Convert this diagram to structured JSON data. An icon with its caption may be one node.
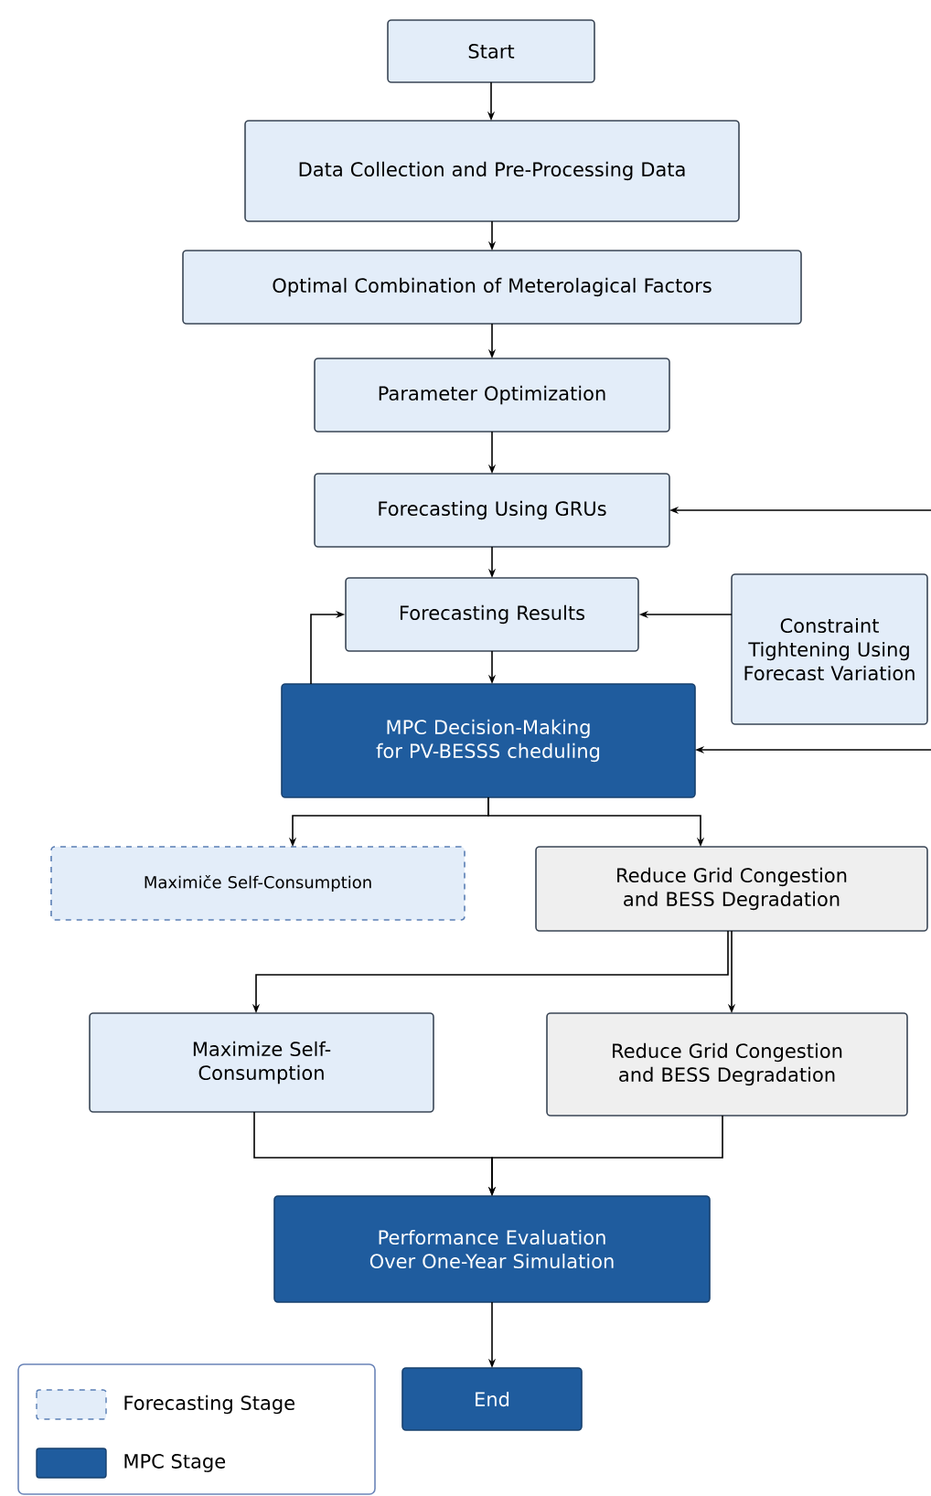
{
  "diagram": {
    "nodes": [
      {
        "text": [
          "Start"
        ]
      },
      {
        "text": [
          "Data Collection and Pre-Processing Data"
        ]
      },
      {
        "text": [
          "Optimal Combination of Meterolagical Factors"
        ]
      },
      {
        "text": [
          "Parameter Optimization"
        ]
      },
      {
        "text": [
          "Forecasting Using GRUs"
        ]
      },
      {
        "text": [
          "Forecasting Results"
        ]
      },
      {
        "text": [
          "Constraint Tightening Using Forecast Variation"
        ]
      },
      {
        "text": [
          "MPC Decision-Making for PV-BESSS cheduling"
        ]
      },
      {
        "text": [
          "Maximiče Self-Consumption"
        ]
      },
      {
        "text": [
          "Reduce Grid Congestion and BESS Degradation"
        ]
      },
      {
        "text": [
          "Maximize Self-Consumption"
        ]
      },
      {
        "text": [
          "Reduce Grid Congestion and BESS Degradation"
        ]
      },
      {
        "text": [
          "Performance Evaluation Over One-Year Simulation"
        ]
      },
      {
        "text": [
          "End"
        ]
      }
    ],
    "edges": [
      {
        "from": 0,
        "to": 1,
        "arrow": "to"
      },
      {
        "from": 1,
        "to": 2,
        "arrow": "to"
      },
      {
        "from": 2,
        "to": 3,
        "arrow": "to"
      },
      {
        "from": 3,
        "to": 4,
        "arrow": "to"
      },
      {
        "from": null,
        "to": 4,
        "arrow": "to"
      },
      {
        "from": 4,
        "to": 5,
        "arrow": "to"
      },
      {
        "from": 6,
        "to": 5,
        "arrow": "to"
      },
      {
        "from": 7,
        "to": 5,
        "arrow": "to"
      },
      {
        "from": 5,
        "to": 7,
        "arrow": "to"
      },
      {
        "from": null,
        "to": 7,
        "arrow": "to"
      },
      {
        "from": 7,
        "to": 8,
        "arrow": "to"
      },
      {
        "from": 7,
        "to": 9,
        "arrow": "to"
      },
      {
        "from": 9,
        "to": 10,
        "arrow": "to"
      },
      {
        "from": 9,
        "to": 11,
        "arrow": "to"
      },
      {
        "from": 10,
        "to": 12,
        "arrow": "to"
      },
      {
        "from": 11,
        "to": 12,
        "arrow": "to"
      },
      {
        "from": 12,
        "to": 13,
        "arrow": "to"
      }
    ],
    "legend": [
      {
        "text": "Forecasting Stage",
        "color": "#e3edf9"
      },
      {
        "text": "MPC Stage",
        "color": "#1f5c9e"
      }
    ]
  }
}
